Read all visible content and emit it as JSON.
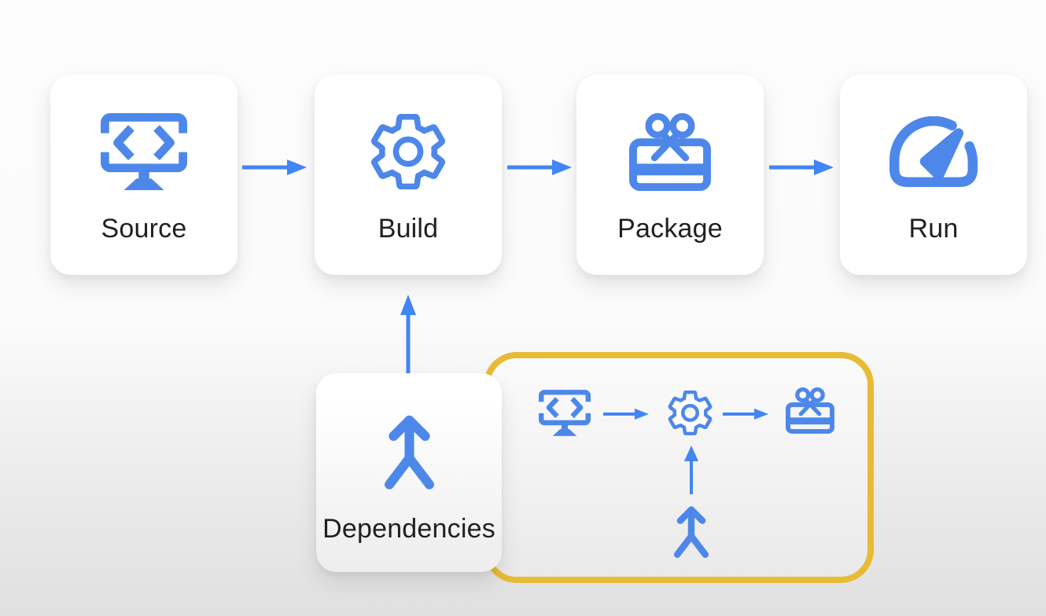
{
  "diagram": {
    "type": "flow-diagram",
    "nodes": {
      "source": {
        "label": "Source",
        "icon": "code-monitor-icon"
      },
      "build": {
        "label": "Build",
        "icon": "gear-icon"
      },
      "package": {
        "label": "Package",
        "icon": "gift-box-icon"
      },
      "run": {
        "label": "Run",
        "icon": "gauge-icon"
      },
      "dependencies": {
        "label": "Dependencies",
        "icon": "merge-arrows-icon"
      }
    },
    "edges": [
      {
        "from": "source",
        "to": "build",
        "direction": "right"
      },
      {
        "from": "build",
        "to": "package",
        "direction": "right"
      },
      {
        "from": "package",
        "to": "run",
        "direction": "right"
      },
      {
        "from": "dependencies",
        "to": "build",
        "direction": "up"
      }
    ],
    "highlight_inset": {
      "border_color": "#e8bb36",
      "icons": [
        "code-monitor-icon",
        "gear-icon",
        "gift-box-icon",
        "merge-arrows-icon"
      ],
      "edges": [
        {
          "from": "code-monitor",
          "to": "gear",
          "direction": "right"
        },
        {
          "from": "gear",
          "to": "gift-box",
          "direction": "right"
        },
        {
          "from": "merge-arrows",
          "to": "gear",
          "direction": "up"
        }
      ]
    },
    "colors": {
      "icon_blue": "#4d87ea",
      "arrow_blue": "#4285f4",
      "highlight_yellow": "#e8bb36",
      "label_text": "#1f2023",
      "card_background": "#ffffff"
    }
  }
}
